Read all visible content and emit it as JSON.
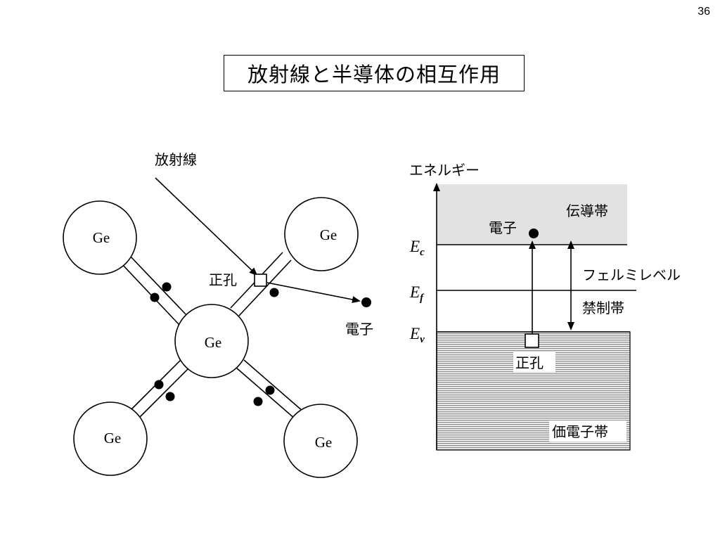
{
  "slide_number": "36",
  "title": "放射線と半導体の相互作用",
  "crystal": {
    "radiation_label": "放射線",
    "hole_label": "正孔",
    "electron_label": "電子",
    "atoms": [
      "Ge",
      "Ge",
      "Ge",
      "Ge",
      "Ge"
    ]
  },
  "band_diagram": {
    "energy_label": "エネルギー",
    "conduction_band_label": "伝導帯",
    "electron_label": "電子",
    "fermi_level_label": "フェルミレベル",
    "forbidden_band_label": "禁制帯",
    "hole_label": "正孔",
    "valence_band_label": "価電子帯",
    "ec_main": "E",
    "ec_sub": "c",
    "ef_main": "E",
    "ef_sub": "f",
    "ev_main": "E",
    "ev_sub": "v",
    "colors": {
      "conduction_fill": "#e2e2e2",
      "valence_fill": "#d6d6d6"
    }
  }
}
